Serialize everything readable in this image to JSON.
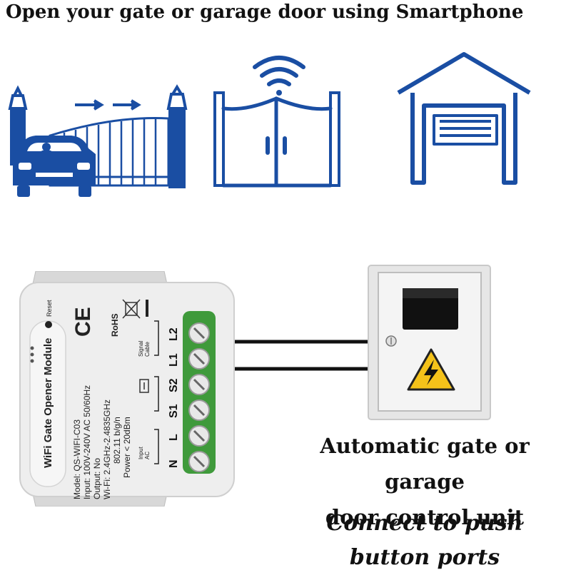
{
  "headline": "Open your gate or garage door using Smartphone",
  "illustrations": {
    "sliding_gate": "sliding-gate-with-car",
    "wifi_gate": "double-gate-with-wifi",
    "garage": "garage-door"
  },
  "module": {
    "reset_label": "Reset",
    "title": "WiFi Gate Opener Module",
    "ce_mark": "CE",
    "rohs": "RoHS",
    "signal_label": "Signal\nCable",
    "input_label": "Input\nAC",
    "specs": [
      "Model: QS-WIFI-C03",
      "Input: 100V-240V AC 50/60Hz",
      "Output: No",
      "Wi-Fi: 2.4GHz-2.4835GHz",
      "802.11 b/g/n",
      "Power < 20dBm"
    ],
    "terminals": [
      "L2",
      "L1",
      "S2",
      "S1",
      "L",
      "N"
    ]
  },
  "control_unit": "electrical-control-box",
  "caption_main_line1": "Automatic gate or garage",
  "caption_main_line2": "door control unit",
  "caption_sub_line1": "Connect to push",
  "caption_sub_line2": "button ports",
  "colors": {
    "icon_blue": "#1a4ea3",
    "terminal_green": "#3f9a3b",
    "module_body": "#eeeeee",
    "warning_yellow": "#f4c21a"
  }
}
